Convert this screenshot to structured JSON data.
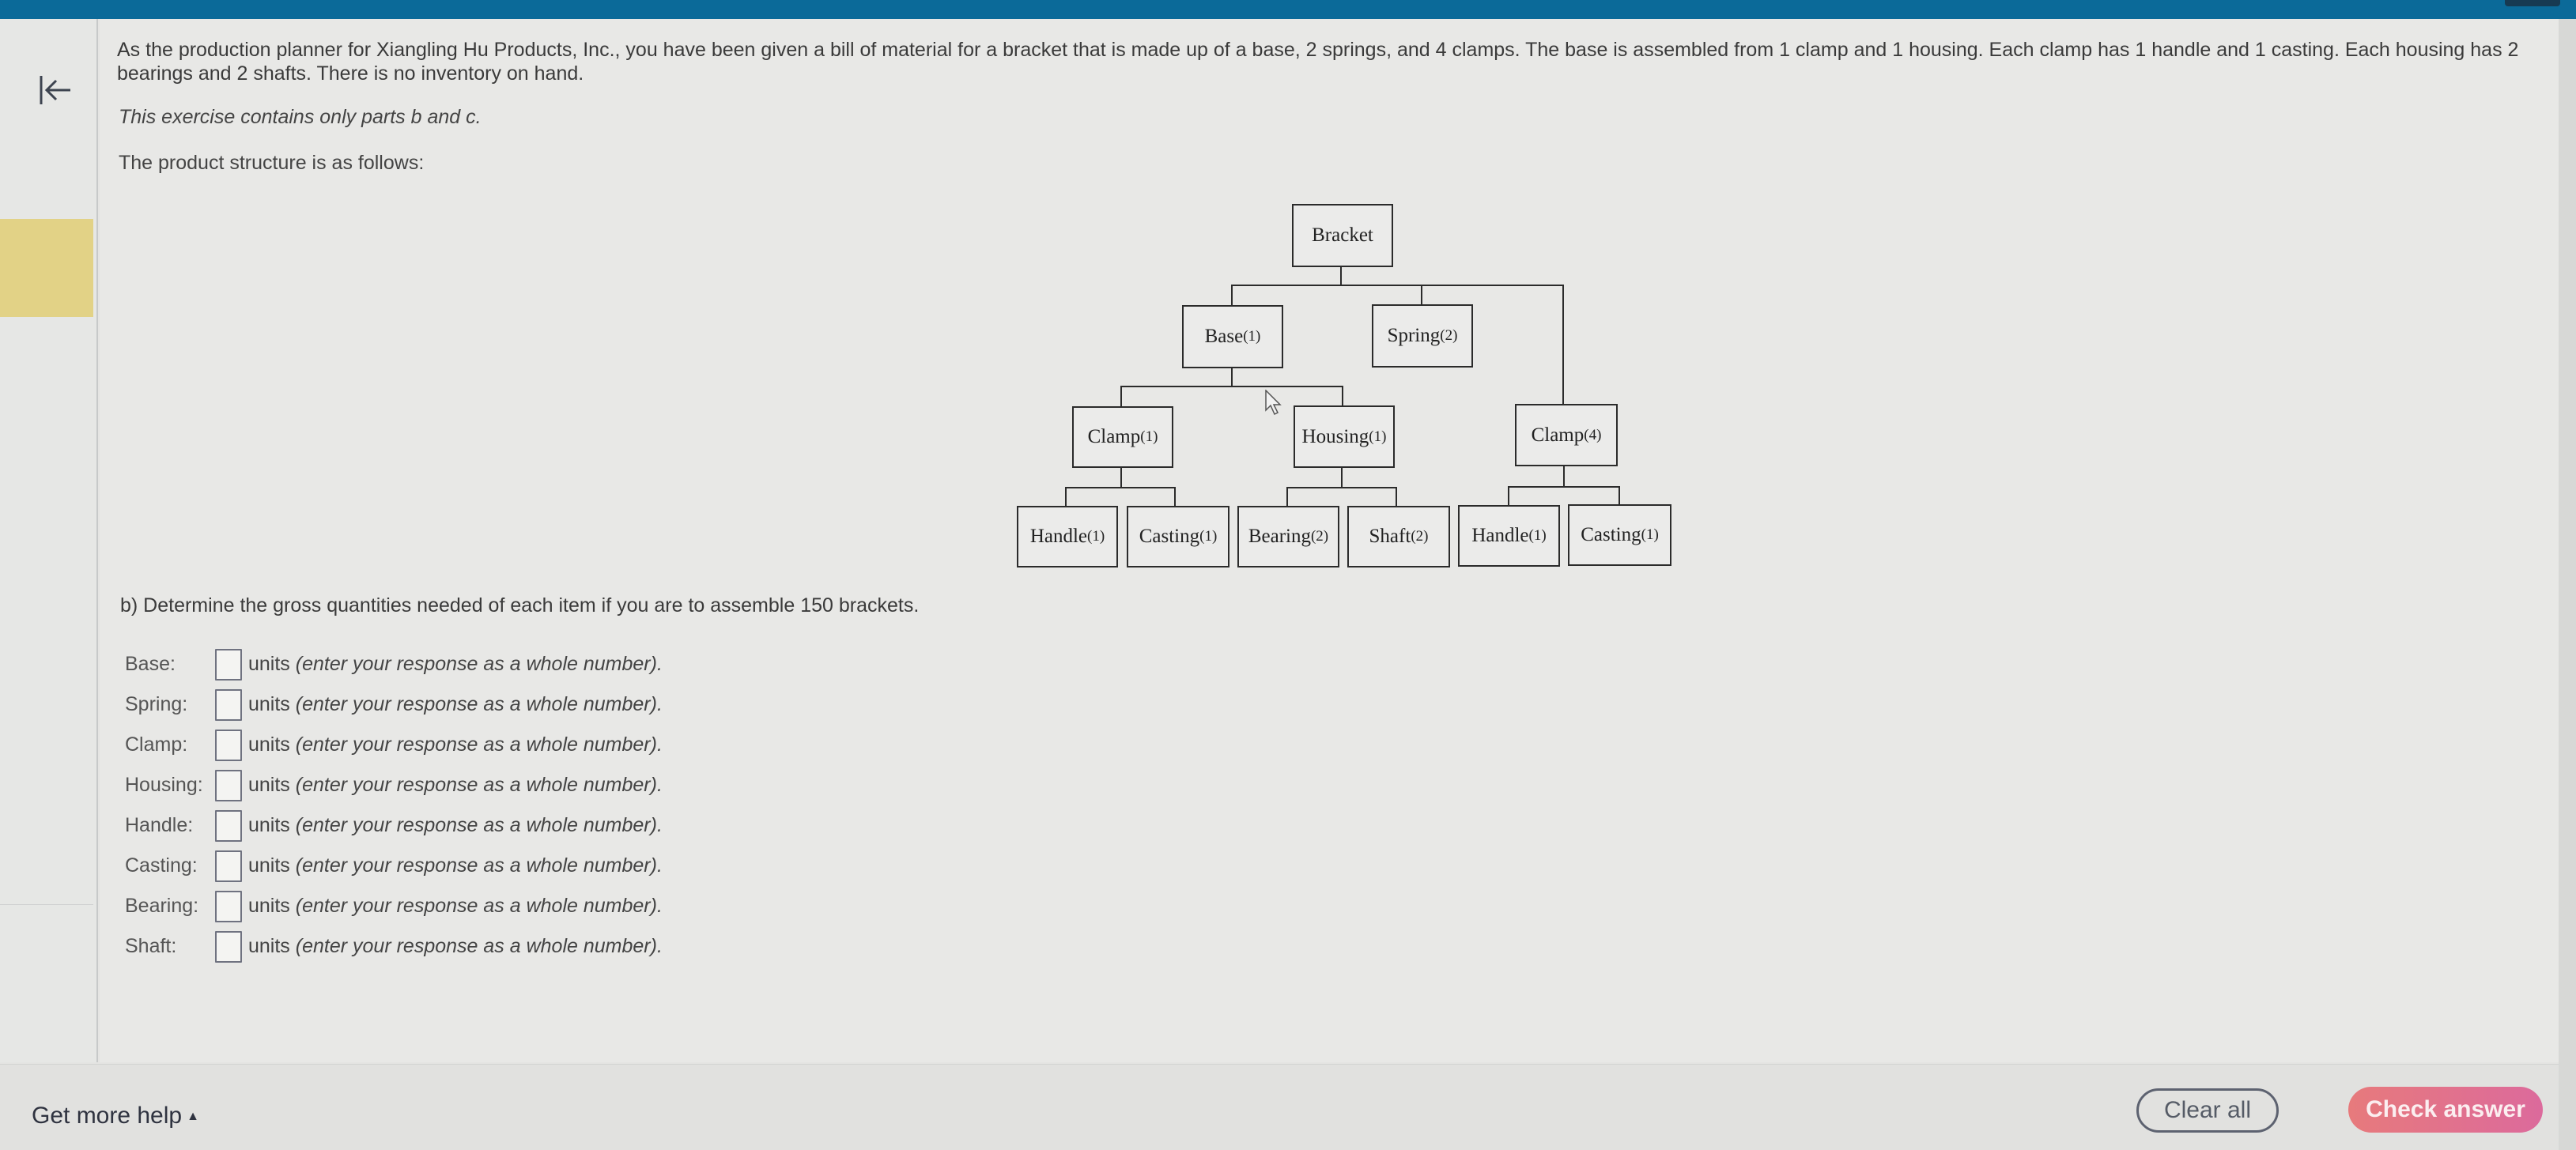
{
  "header": {
    "color": "#0b6a99"
  },
  "nav": {
    "back_icon": "collapse-left-arrow-icon",
    "highlight_color": "#e2d286"
  },
  "question": {
    "intro": "As the production planner for Xiangling Hu Products, Inc., you have been given a bill of material for a bracket that is made up of a base, 2 springs, and 4 clamps. The base is assembled from 1 clamp and 1 housing. Each clamp has 1 handle and 1 casting. Each housing has 2 bearings and 2 shafts. There is no inventory on hand.",
    "note": "This exercise contains only parts b and c.",
    "structure_label": "The product structure is as follows:"
  },
  "diagram": {
    "nodes": {
      "bracket": {
        "name": "Bracket",
        "qty": ""
      },
      "base": {
        "name": "Base",
        "qty": "(1)"
      },
      "spring": {
        "name": "Spring",
        "qty": "(2)"
      },
      "clamp_a": {
        "name": "Clamp",
        "qty": "(1)"
      },
      "housing": {
        "name": "Housing",
        "qty": "(1)"
      },
      "clamp_b": {
        "name": "Clamp",
        "qty": "(4)"
      },
      "handle_a": {
        "name": "Handle",
        "qty": "(1)"
      },
      "casting_a": {
        "name": "Casting",
        "qty": "(1)"
      },
      "bearing": {
        "name": "Bearing",
        "qty": "(2)"
      },
      "shaft": {
        "name": "Shaft",
        "qty": "(2)"
      },
      "handle_b": {
        "name": "Handle",
        "qty": "(1)"
      },
      "casting_b": {
        "name": "Casting",
        "qty": "(1)"
      }
    }
  },
  "part_b": {
    "title": "b) Determine the gross quantities needed of each item if you are to assemble 150 brackets.",
    "units_label": "units",
    "hint": "(enter your response as a whole number).",
    "rows": [
      {
        "label": "Base:",
        "value": ""
      },
      {
        "label": "Spring:",
        "value": ""
      },
      {
        "label": "Clamp:",
        "value": ""
      },
      {
        "label": "Housing:",
        "value": ""
      },
      {
        "label": "Handle:",
        "value": ""
      },
      {
        "label": "Casting:",
        "value": ""
      },
      {
        "label": "Bearing:",
        "value": ""
      },
      {
        "label": "Shaft:",
        "value": ""
      }
    ]
  },
  "footer": {
    "help_label": "Get more help",
    "help_caret": "▲",
    "clear_label": "Clear all",
    "check_label": "Check answer",
    "check_colors": [
      "#e77a7c",
      "#dc6a9c"
    ]
  }
}
